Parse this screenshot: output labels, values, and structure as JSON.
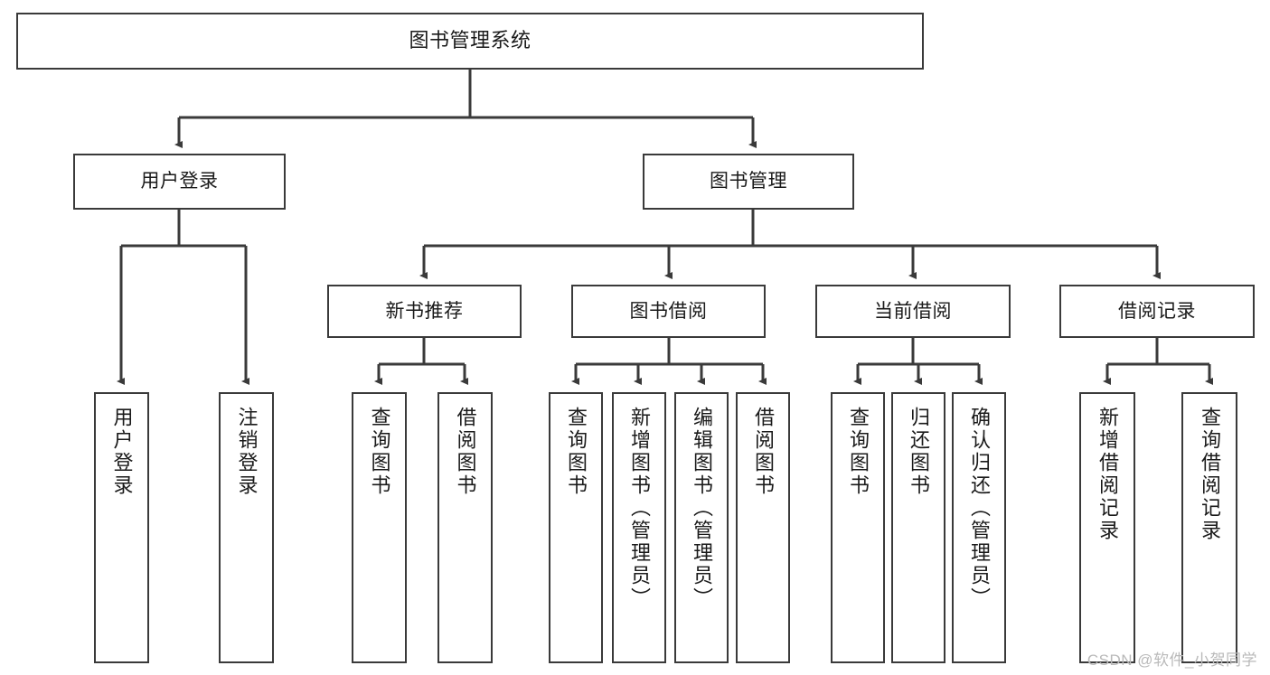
{
  "diagram": {
    "type": "tree",
    "title": "图书管理系统",
    "watermark": "CSDN @软件_小贺同学",
    "stroke_color": "#3a3a3a",
    "fill_color": "#ffffff",
    "text_color": "#1a1a1a",
    "nodes": {
      "root": {
        "label": "图书管理系统"
      },
      "level2": [
        {
          "label": "用户登录"
        },
        {
          "label": "图书管理"
        }
      ],
      "level3": [
        {
          "label": "新书推荐"
        },
        {
          "label": "图书借阅"
        },
        {
          "label": "当前借阅"
        },
        {
          "label": "借阅记录"
        }
      ],
      "leaves_user_login": [
        {
          "label": "用户登录"
        },
        {
          "label": "注销登录"
        }
      ],
      "leaves_new_book": [
        {
          "label": "查询图书"
        },
        {
          "label": "借阅图书"
        }
      ],
      "leaves_borrow": [
        {
          "label": "查询图书"
        },
        {
          "label": "新增图书（管理员）"
        },
        {
          "label": "编辑图书（管理员）"
        },
        {
          "label": "借阅图书"
        }
      ],
      "leaves_current": [
        {
          "label": "查询图书"
        },
        {
          "label": "归还图书"
        },
        {
          "label": "确认归还（管理员）"
        }
      ],
      "leaves_records": [
        {
          "label": "新增借阅记录"
        },
        {
          "label": "查询借阅记录"
        }
      ]
    }
  }
}
